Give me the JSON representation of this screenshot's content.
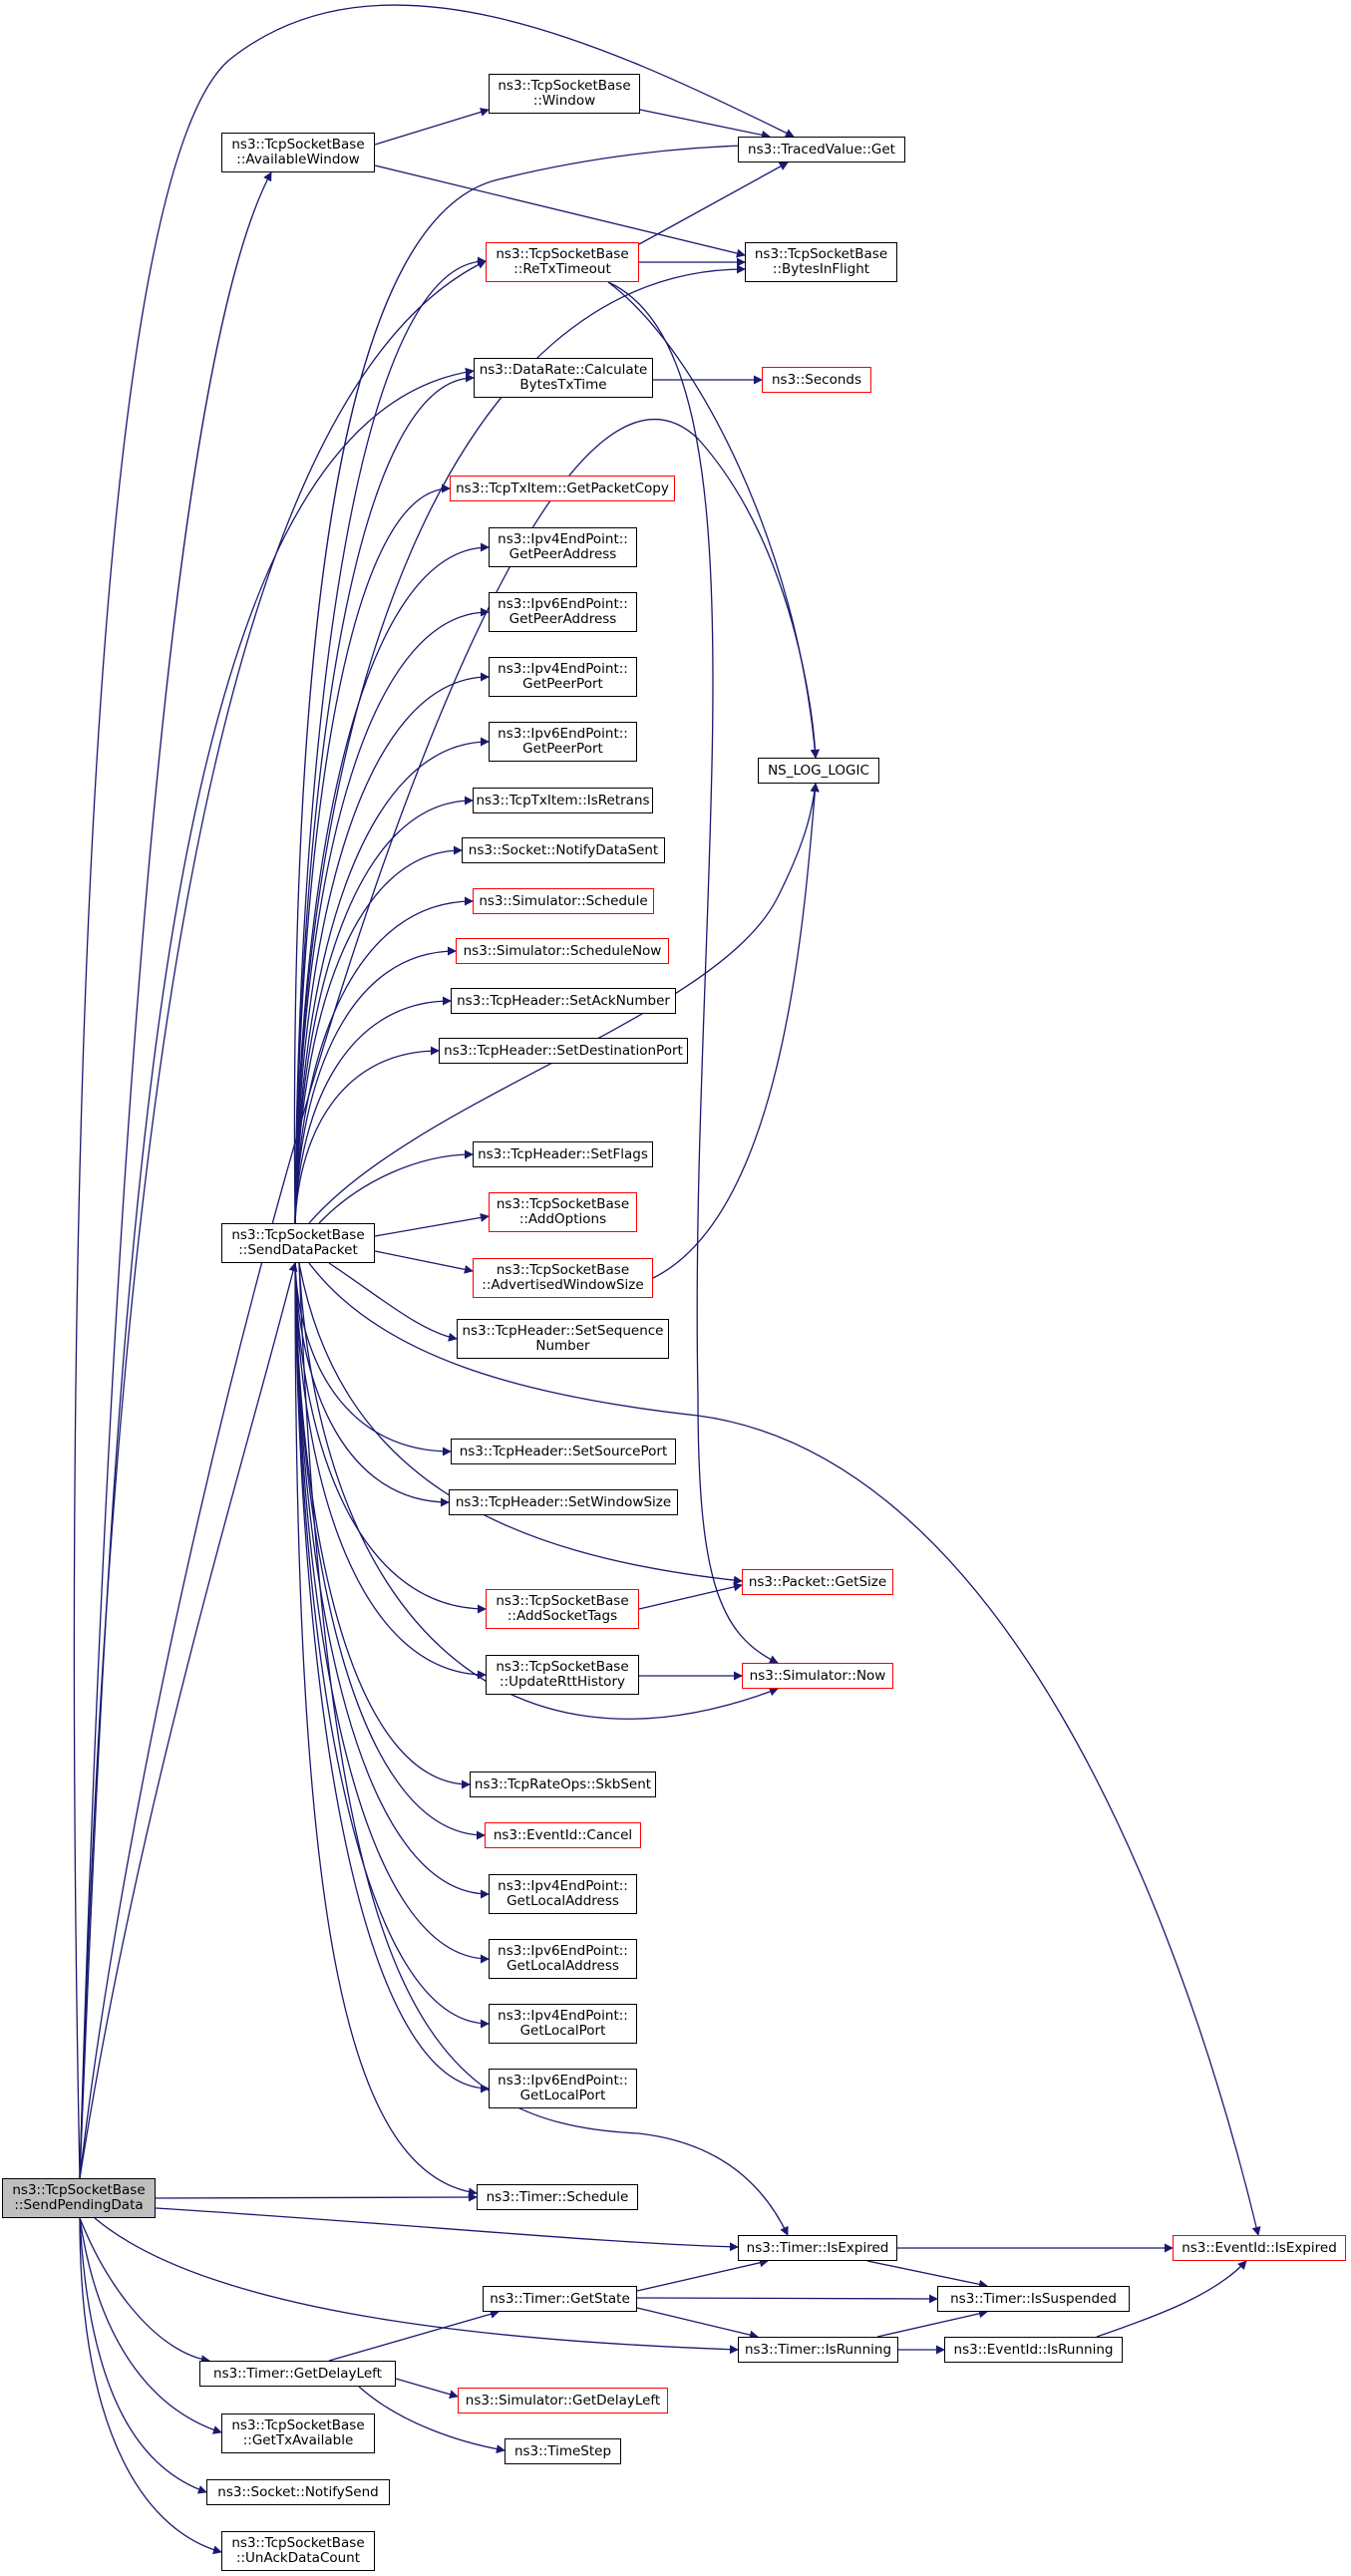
{
  "nodes": {
    "send_pending": "ns3::TcpSocketBase\n::SendPendingData",
    "available_window": "ns3::TcpSocketBase\n::AvailableWindow",
    "window": "ns3::TcpSocketBase\n::Window",
    "traced_get": "ns3::TracedValue::Get",
    "bytes_in_flight": "ns3::TcpSocketBase\n::BytesInFlight",
    "retx_timeout": "ns3::TcpSocketBase\n::ReTxTimeout",
    "calc_bytes": "ns3::DataRate::Calculate\nBytesTxTime",
    "seconds": "ns3::Seconds",
    "get_packet_copy": "ns3::TcpTxItem::GetPacketCopy",
    "ipv4_peer_addr": "ns3::Ipv4EndPoint::\nGetPeerAddress",
    "ipv6_peer_addr": "ns3::Ipv6EndPoint::\nGetPeerAddress",
    "ipv4_peer_port": "ns3::Ipv4EndPoint::\nGetPeerPort",
    "ipv6_peer_port": "ns3::Ipv6EndPoint::\nGetPeerPort",
    "ns_log_logic": "NS_LOG_LOGIC",
    "is_retrans": "ns3::TcpTxItem::IsRetrans",
    "notify_data_sent": "ns3::Socket::NotifyDataSent",
    "sim_schedule": "ns3::Simulator::Schedule",
    "sim_schedule_now": "ns3::Simulator::ScheduleNow",
    "set_ack_number": "ns3::TcpHeader::SetAckNumber",
    "set_dest_port": "ns3::TcpHeader::SetDestinationPort",
    "set_flags": "ns3::TcpHeader::SetFlags",
    "add_options": "ns3::TcpSocketBase\n::AddOptions",
    "send_data_packet": "ns3::TcpSocketBase\n::SendDataPacket",
    "adv_window_size": "ns3::TcpSocketBase\n::AdvertisedWindowSize",
    "set_seq_number": "ns3::TcpHeader::SetSequence\nNumber",
    "set_source_port": "ns3::TcpHeader::SetSourcePort",
    "set_window_size": "ns3::TcpHeader::SetWindowSize",
    "packet_get_size": "ns3::Packet::GetSize",
    "add_socket_tags": "ns3::TcpSocketBase\n::AddSocketTags",
    "update_rtt": "ns3::TcpSocketBase\n::UpdateRttHistory",
    "sim_now": "ns3::Simulator::Now",
    "skb_sent": "ns3::TcpRateOps::SkbSent",
    "event_cancel": "ns3::EventId::Cancel",
    "ipv4_local_addr": "ns3::Ipv4EndPoint::\nGetLocalAddress",
    "ipv6_local_addr": "ns3::Ipv6EndPoint::\nGetLocalAddress",
    "ipv4_local_port": "ns3::Ipv4EndPoint::\nGetLocalPort",
    "ipv6_local_port": "ns3::Ipv6EndPoint::\nGetLocalPort",
    "timer_schedule": "ns3::Timer::Schedule",
    "timer_is_expired": "ns3::Timer::IsExpired",
    "event_is_expired": "ns3::EventId::IsExpired",
    "timer_get_state": "ns3::Timer::GetState",
    "timer_is_suspended": "ns3::Timer::IsSuspended",
    "timer_is_running": "ns3::Timer::IsRunning",
    "event_is_running": "ns3::EventId::IsRunning",
    "timer_get_delay_left": "ns3::Timer::GetDelayLeft",
    "sim_get_delay_left": "ns3::Simulator::GetDelayLeft",
    "time_step": "ns3::TimeStep",
    "get_tx_available": "ns3::TcpSocketBase\n::GetTxAvailable",
    "notify_send": "ns3::Socket::NotifySend",
    "unack_data_count": "ns3::TcpSocketBase\n::UnAckDataCount"
  },
  "colors": {
    "edge": "#191970",
    "node_border": "#000000",
    "node_border_incomplete": "#ff0000",
    "root_fill": "#bfbfbf"
  }
}
